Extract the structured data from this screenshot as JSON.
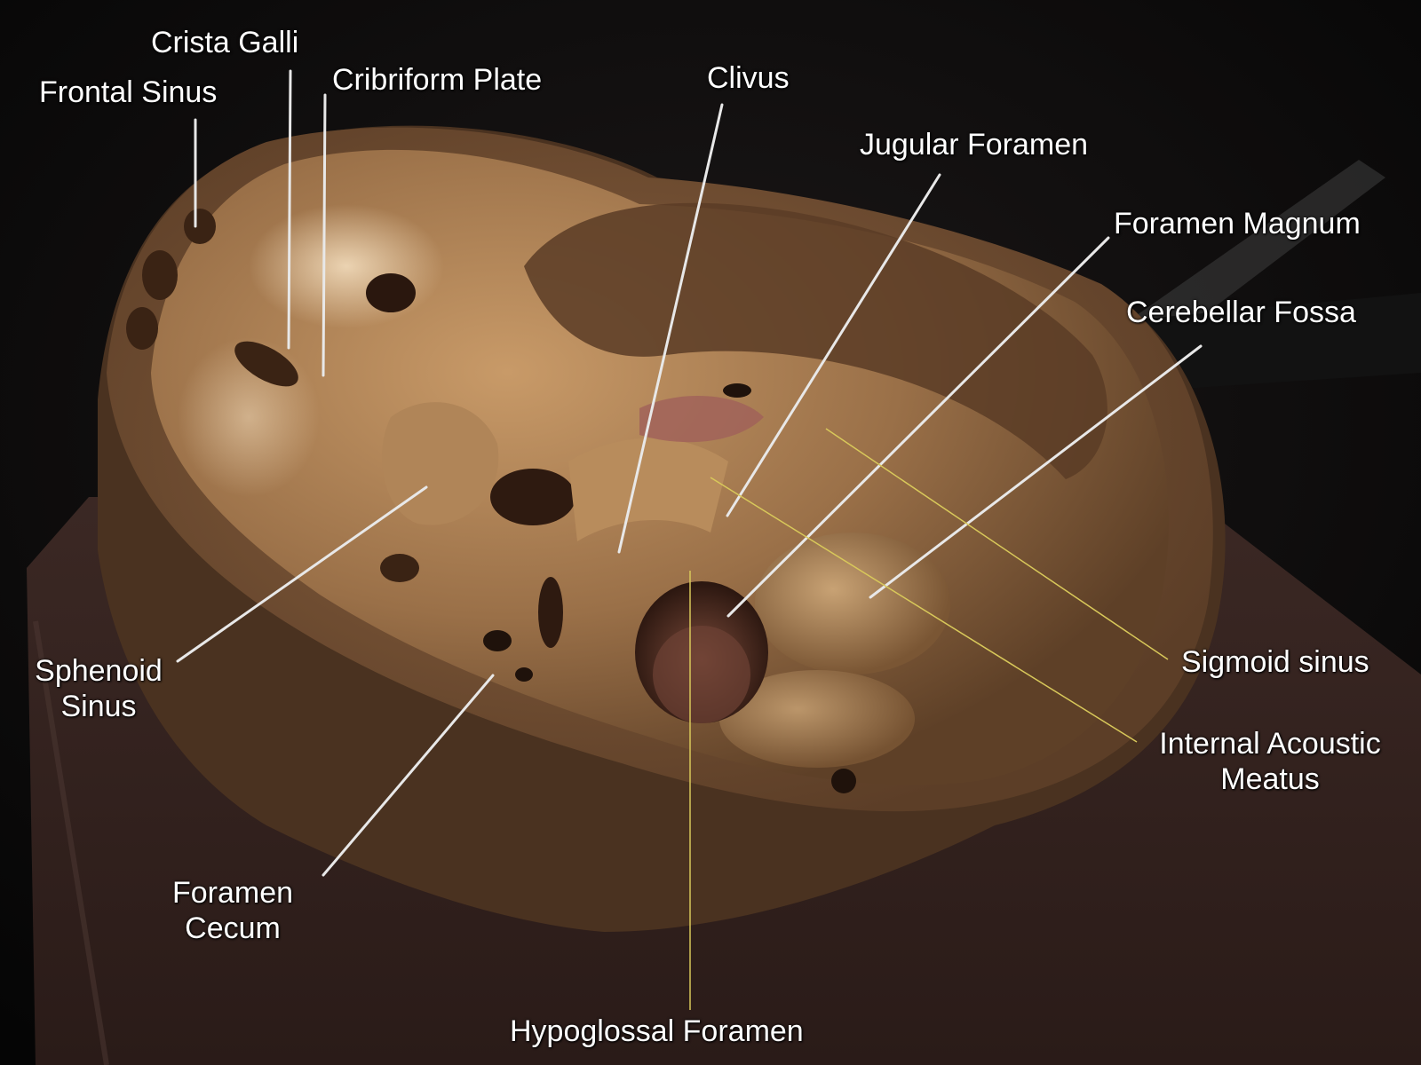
{
  "labels": {
    "crista_galli": "Crista Galli",
    "frontal_sinus": "Frontal Sinus",
    "cribriform_plate": "Cribriform Plate",
    "clivus": "Clivus",
    "jugular_foramen": "Jugular Foramen",
    "foramen_magnum": "Foramen Magnum",
    "cerebellar_fossa": "Cerebellar Fossa",
    "sphenoid_sinus": [
      "Sphenoid",
      "Sinus"
    ],
    "sigmoid_sinus": "Sigmoid sinus",
    "internal_acoustic_meatus": [
      "Internal Acoustic",
      "Meatus"
    ],
    "foramen_cecum": [
      "Foramen",
      "Cecum"
    ],
    "hypoglossal_foramen": "Hypoglossal Foramen"
  },
  "colors": {
    "label_text": "#ffffff",
    "leader_line": "#e8e8e8",
    "leader_line_yellow": "#d8c85a",
    "background": "#0b0a0b",
    "bone": "#a0784a",
    "table": "#3a2620"
  }
}
